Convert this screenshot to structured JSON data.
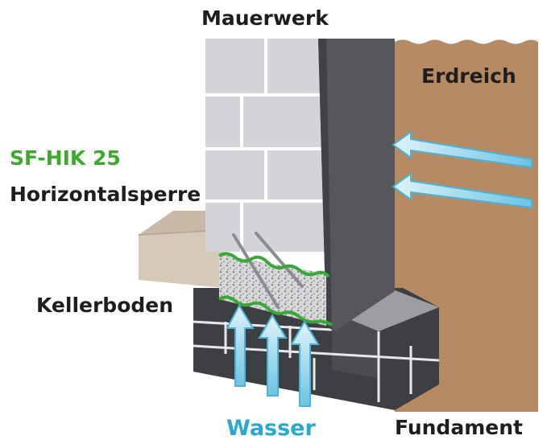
{
  "labels": {
    "masonry": "Mauerwerk",
    "soil": "Erdreich",
    "product": "SF-HIK 25",
    "barrier": "Horizontalsperre",
    "cellar_floor": "Kellerboden",
    "water": "Wasser",
    "foundation": "Fundament"
  },
  "colors": {
    "brick": "#d3d4d8",
    "brick_side": "#bdbec2",
    "coating": "#55575b",
    "soil": "#b68b64",
    "floor_top": "#c9baa8",
    "floor_front": "#d7c9b8",
    "foundation": "#3d3f42",
    "foundation_top": "#9c9ea2",
    "green_text": "#3eaa2c",
    "green_line": "#39a935",
    "water_text": "#2aa8cf",
    "arrow_fill": "#9fd8ec",
    "arrow_edge": "#4bb3d8",
    "label_text": "#1e1e1e"
  }
}
